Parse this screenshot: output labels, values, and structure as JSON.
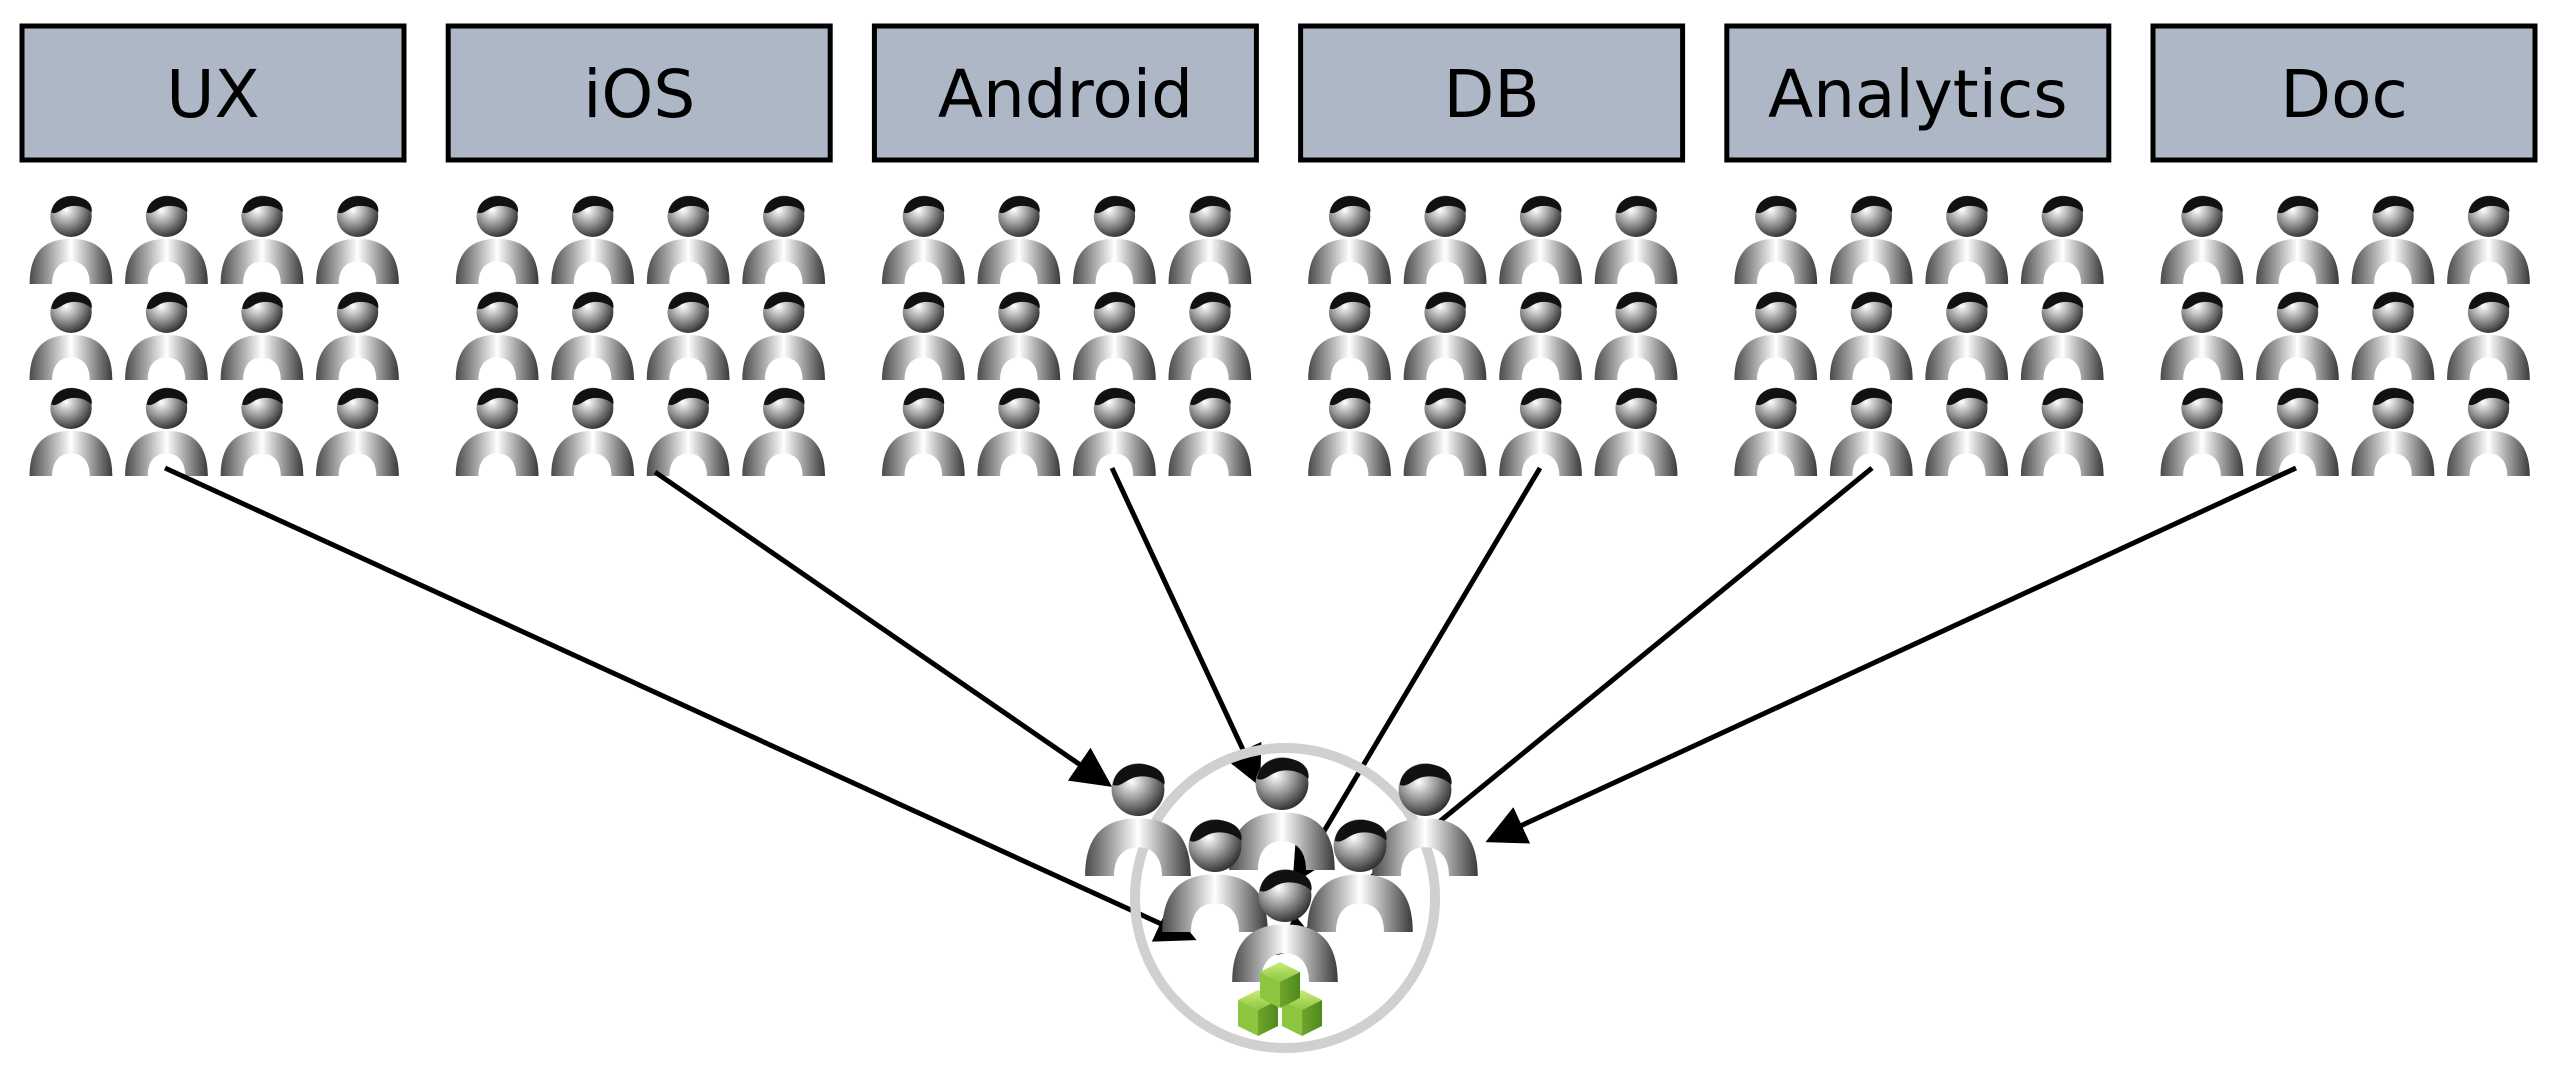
{
  "teams": [
    {
      "label": "UX"
    },
    {
      "label": "iOS"
    },
    {
      "label": "Android"
    },
    {
      "label": "DB"
    },
    {
      "label": "Analytics"
    },
    {
      "label": "Doc"
    }
  ],
  "team_grid": {
    "rows": 3,
    "cols": 4
  },
  "colors": {
    "team_box_fill": "#aeb7c6",
    "team_box_stroke": "#000000",
    "person_dark": "#1a1a1a",
    "person_mid": "#8c8c8c",
    "person_light": "#ffffff",
    "cross_team_ring": "#d0d0d0",
    "product_cube": "#8cc63f",
    "arrow": "#000000"
  },
  "icons": {
    "team_member": "person-icon",
    "cross_team_member": "person-icon",
    "product": "cubes-icon",
    "arrow_head": "arrowhead-icon"
  }
}
